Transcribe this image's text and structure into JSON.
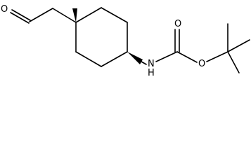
{
  "molecule": {
    "atoms": {
      "aldehyde_oxygen": "O",
      "amine_nitrogen": "N",
      "amine_hydrogen": "H",
      "carbonyl_oxygen": "O",
      "ester_oxygen": "O"
    },
    "colors": {
      "bond": "#000000",
      "label": "#000000",
      "background": "#ffffff"
    }
  }
}
